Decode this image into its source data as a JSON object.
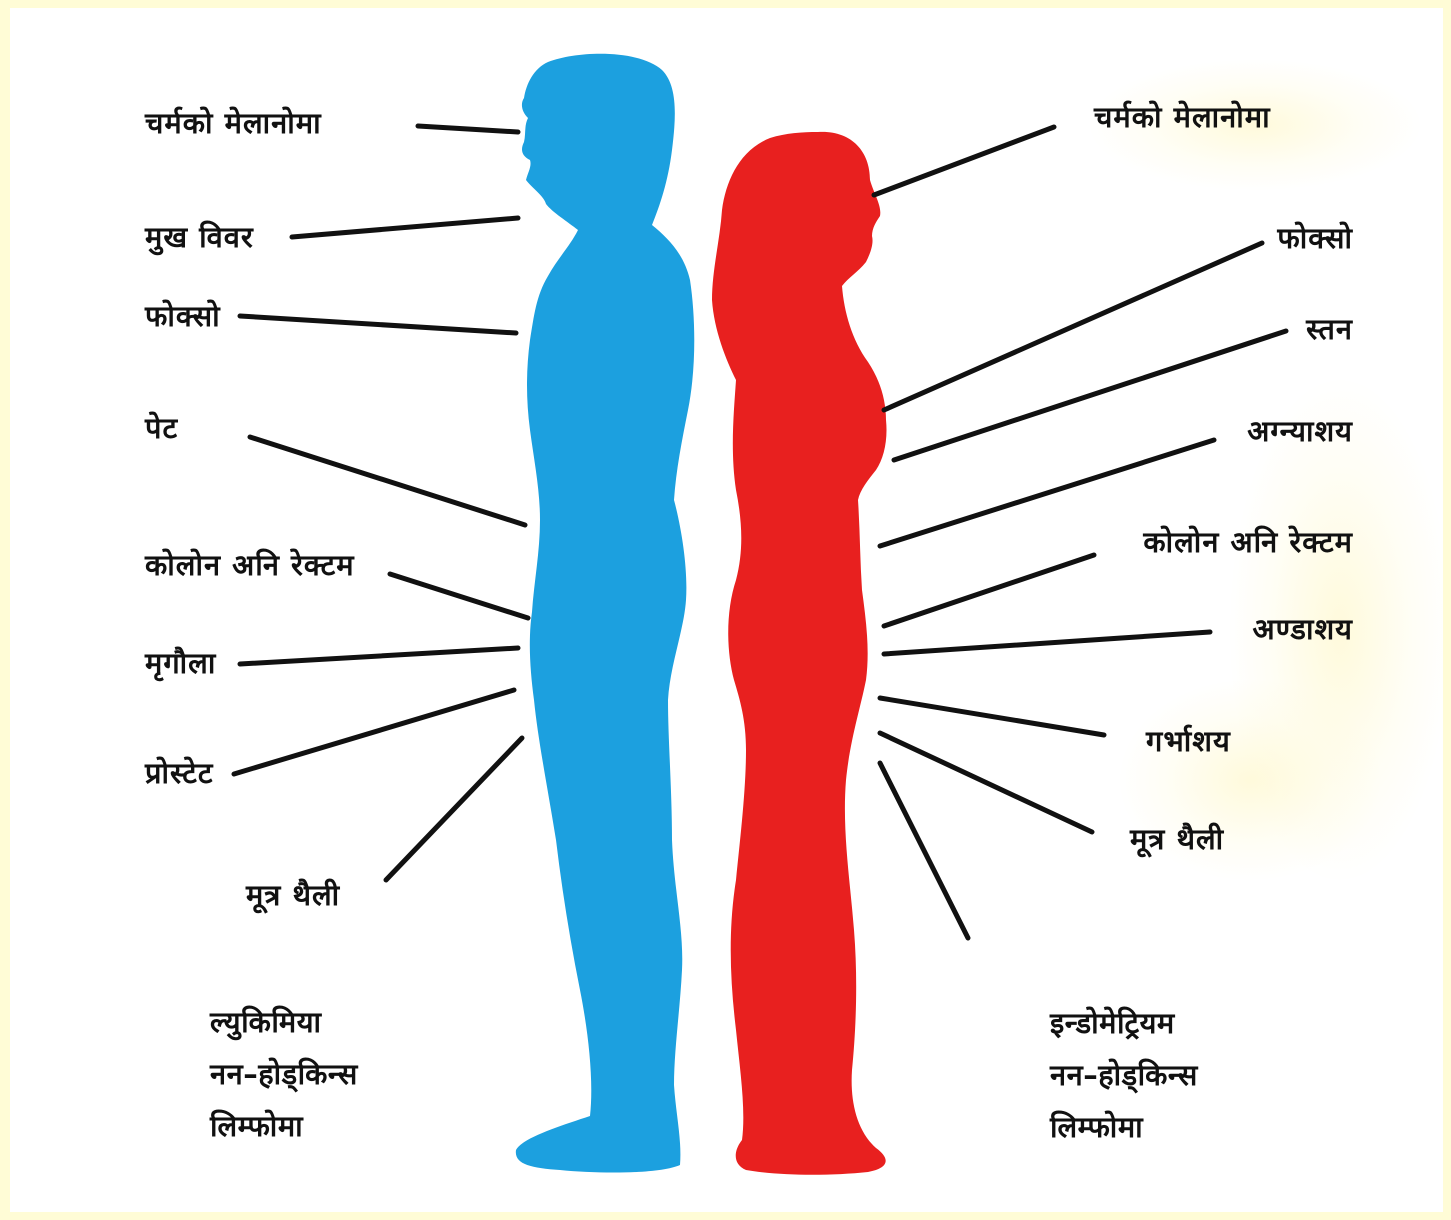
{
  "colors": {
    "male_silhouette": "#1ca0df",
    "female_silhouette": "#e8201f",
    "frame": "#fffcd6",
    "leader_lines": "#111111"
  },
  "male": {
    "labels": {
      "skin_melanoma": "चर्मको मेलानोमा",
      "oral_cavity": "मुख विवर",
      "lung": "फोक्सो",
      "stomach": "पेट",
      "colon_rectum": "कोलोन अनि रेक्टम",
      "kidney": "मृगौला",
      "prostate": "प्रोस्टेट",
      "bladder": "मूत्र थैली"
    },
    "note": [
      "ल्युकिमिया",
      "नन–होड्किन्स",
      "लिम्फोमा"
    ]
  },
  "female": {
    "labels": {
      "skin_melanoma": "चर्मको मेलानोमा",
      "lung": "फोक्सो",
      "breast": "स्तन",
      "pancreas": "अग्न्याशय",
      "colon_rectum": "कोलोन अनि रेक्टम",
      "ovary": "अण्डाशय",
      "uterus": "गर्भाशय",
      "bladder": "मूत्र थैली"
    },
    "note": [
      "इन्डोमेट्रियम",
      "नन–होड्किन्स",
      "लिम्फोमा"
    ]
  }
}
